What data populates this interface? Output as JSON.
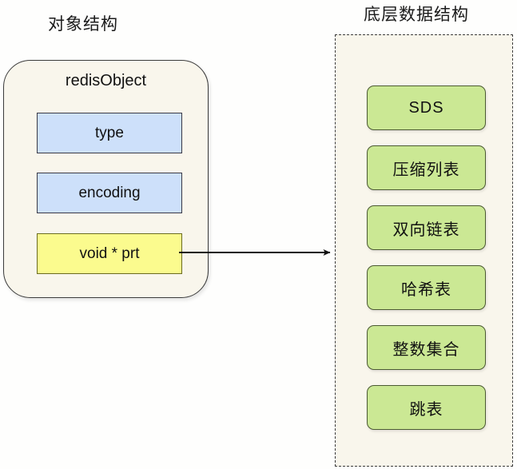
{
  "diagram": {
    "left_panel": {
      "title": "对象结构",
      "card_title": "redisObject",
      "fields": [
        {
          "label": "type",
          "color": "#cde0fa"
        },
        {
          "label": "encoding",
          "color": "#cde0fa"
        },
        {
          "label": "void * prt",
          "color": "#fbfb8e"
        }
      ]
    },
    "connector": {
      "name": "pointer-arrow",
      "from": "void * prt",
      "to": "底层数据结构",
      "color": "#111111"
    },
    "right_panel": {
      "title": "底层数据结构",
      "structures": [
        {
          "label": "SDS"
        },
        {
          "label": "压缩列表"
        },
        {
          "label": "双向链表"
        },
        {
          "label": "哈希表"
        },
        {
          "label": "整数集合"
        },
        {
          "label": "跳表"
        }
      ]
    },
    "colors": {
      "background": "#fefefd",
      "panel_fill": "#f9f6ec",
      "blue_field": "#cde0fa",
      "yellow_field": "#fbfb8e",
      "green_box": "#cbe894",
      "stroke": "#3a3a3a"
    }
  }
}
